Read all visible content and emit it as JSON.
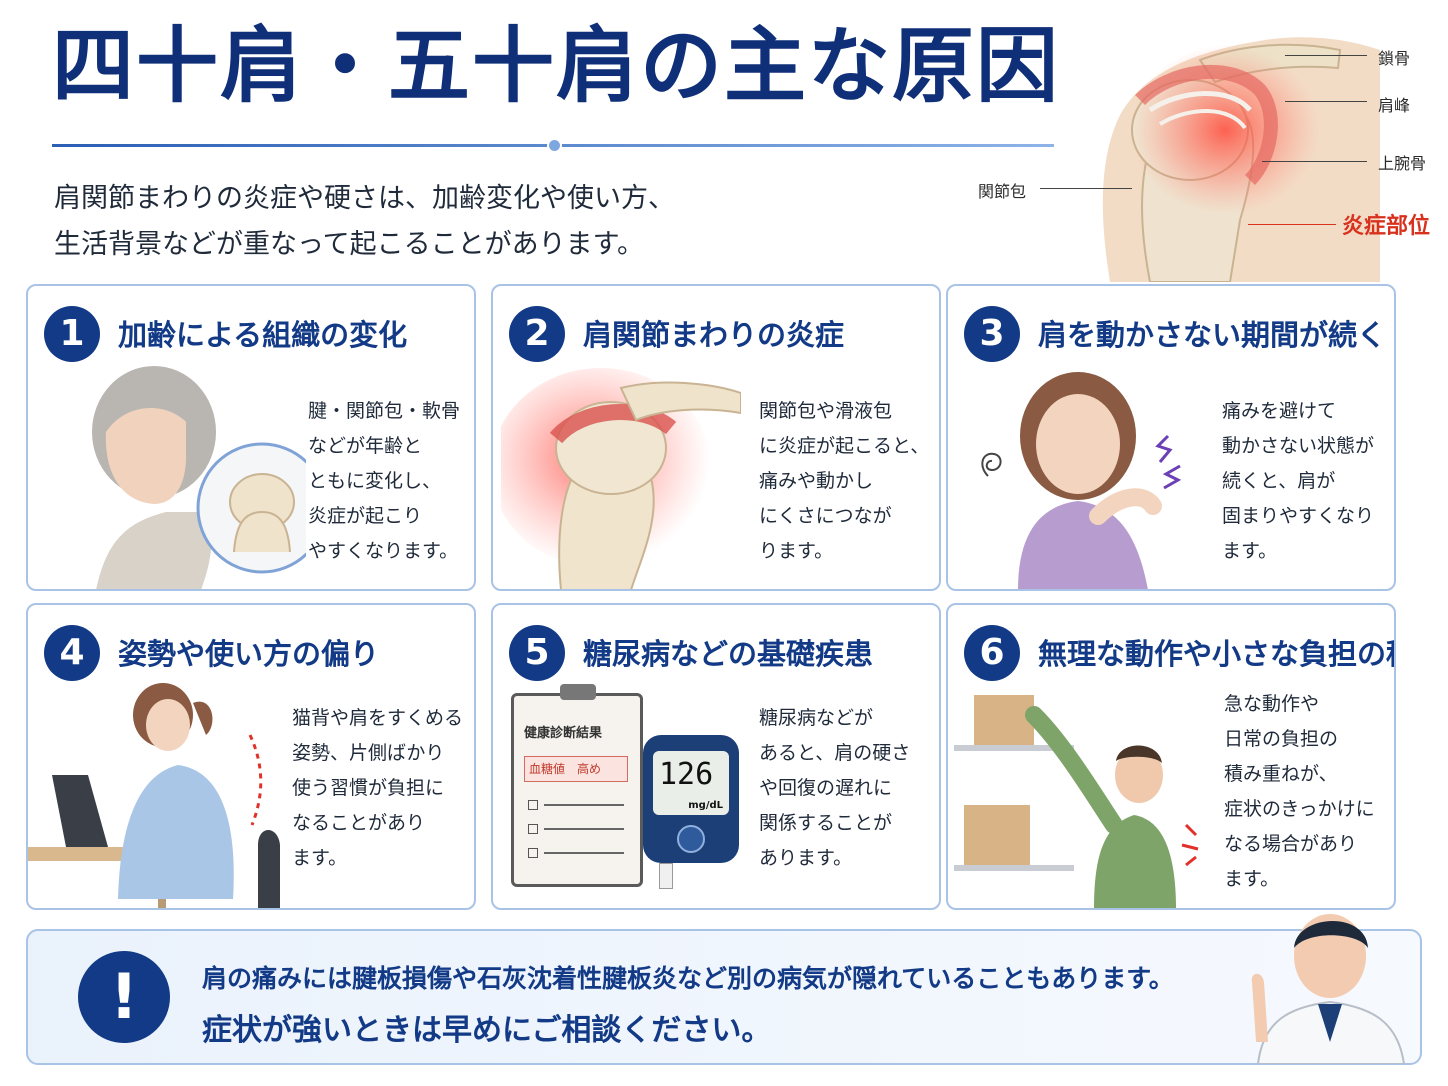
{
  "header": {
    "title": "四十肩・五十肩の主な原因",
    "lead_line1": "肩関節まわりの炎症や硬さは、加齢変化や使い方、",
    "lead_line2": "生活背景などが重なって起こることがあります。"
  },
  "anatomy": {
    "labels": {
      "clavicle": "鎖骨",
      "acromion": "肩峰",
      "humerus": "上腕骨",
      "capsule": "関節包",
      "inflammation": "炎症部位"
    },
    "inflammation_color": "#d8321f"
  },
  "cards": [
    {
      "number": "1",
      "title": "加齢による組織の変化",
      "body": "腱・関節包・軟骨\nなどが年齢と\nともに変化し、\n炎症が起こり\nやすくなります。"
    },
    {
      "number": "2",
      "title": "肩関節まわりの炎症",
      "body": "関節包や滑液包\nに炎症が起こると、\n痛みや動かし\nにくさにつなが\nります。"
    },
    {
      "number": "3",
      "title": "肩を動かさない期間が続く",
      "body": "痛みを避けて\n動かさない状態が\n続くと、肩が\n固まりやすくなり\nます。"
    },
    {
      "number": "4",
      "title": "姿勢や使い方の偏り",
      "body": "猫背や肩をすくめる\n姿勢、片側ばかり\n使う習慣が負担に\nなることがあり\nます。"
    },
    {
      "number": "5",
      "title": "糖尿病などの基礎疾患",
      "body": "糖尿病などが\nあると、肩の硬さ\nや回復の遅れに\n関係することが\nあります。"
    },
    {
      "number": "6",
      "title": "無理な動作や小さな負担の積み重ね",
      "body": "急な動作や\n日常の負担の\n積み重ねが、\n症状のきっかけに\nなる場合があり\nます。"
    }
  ],
  "health_report": {
    "title": "健康診断結果",
    "flag": "血糖値　高め",
    "meter_value": "126",
    "meter_unit": "mg/dL"
  },
  "notice": {
    "icon": "!",
    "line1": "肩の痛みには腱板損傷や石灰沈着性腱板炎など別の病気が隠れていることもあります。",
    "line2": "症状が強いときは早めにご相談ください。"
  },
  "colors": {
    "navy": "#123a86",
    "border": "#a9c3e6",
    "alert_red": "#d8321f"
  }
}
